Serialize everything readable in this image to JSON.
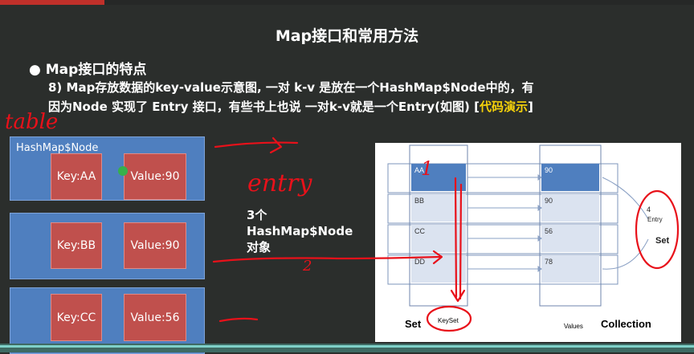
{
  "title": "Map接口和常用方法",
  "bullet": "Map接口的特点",
  "line1": "8) Map存放数据的key-value示意图, 一对 k-v 是放在一个HashMap$Node中的，有",
  "line2_pre": "因为Node 实现了  Entry 接口，有些书上也说 一对k-v就是一个Entry(如图) [",
  "line2_demo": "代码演示",
  "line2_post": "]",
  "node_label": "HashMap$Node",
  "nodes": [
    {
      "key": "Key:AA",
      "value": "Value:90"
    },
    {
      "key": "Key:BB",
      "value": "Value:90"
    },
    {
      "key": "Key:CC",
      "value": "Value:56"
    }
  ],
  "count_text": [
    "3个",
    "HashMap$Node",
    "对象"
  ],
  "diagram": {
    "keys": [
      "AA",
      "BB",
      "CC",
      "DD"
    ],
    "values": [
      "90",
      "90",
      "56",
      "78"
    ],
    "set_label": "Set",
    "keyset_label": "KeySet",
    "values_label": "Values",
    "collection_label": "Collection"
  },
  "annotations": {
    "table": "table",
    "entry": "entry",
    "entry_small": "Entry",
    "set": "Set",
    "four": "4",
    "arrow_one": "1",
    "arrow_two": "2"
  }
}
